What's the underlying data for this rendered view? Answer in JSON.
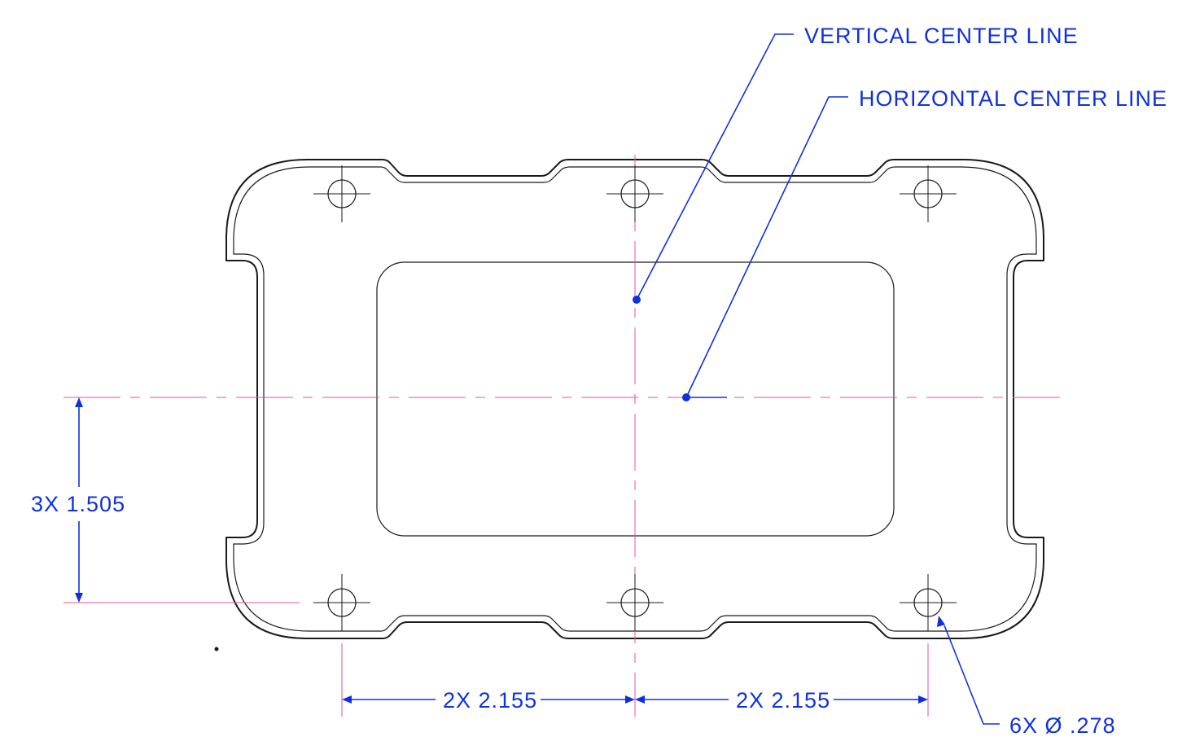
{
  "callouts": {
    "vertical_center_line": "VERTICAL CENTER LINE",
    "horizontal_center_line": "HORIZONTAL CENTER LINE"
  },
  "dimensions": {
    "vertical_spacing": "3X 1.505",
    "horizontal_spacing_left": "2X 2.155",
    "horizontal_spacing_right": "2X 2.155",
    "hole_diameter": "6X Ø .278"
  },
  "colors": {
    "annotation": "#1030e0",
    "center_line": "#e0559a",
    "part_outline": "#1a1a1a"
  }
}
